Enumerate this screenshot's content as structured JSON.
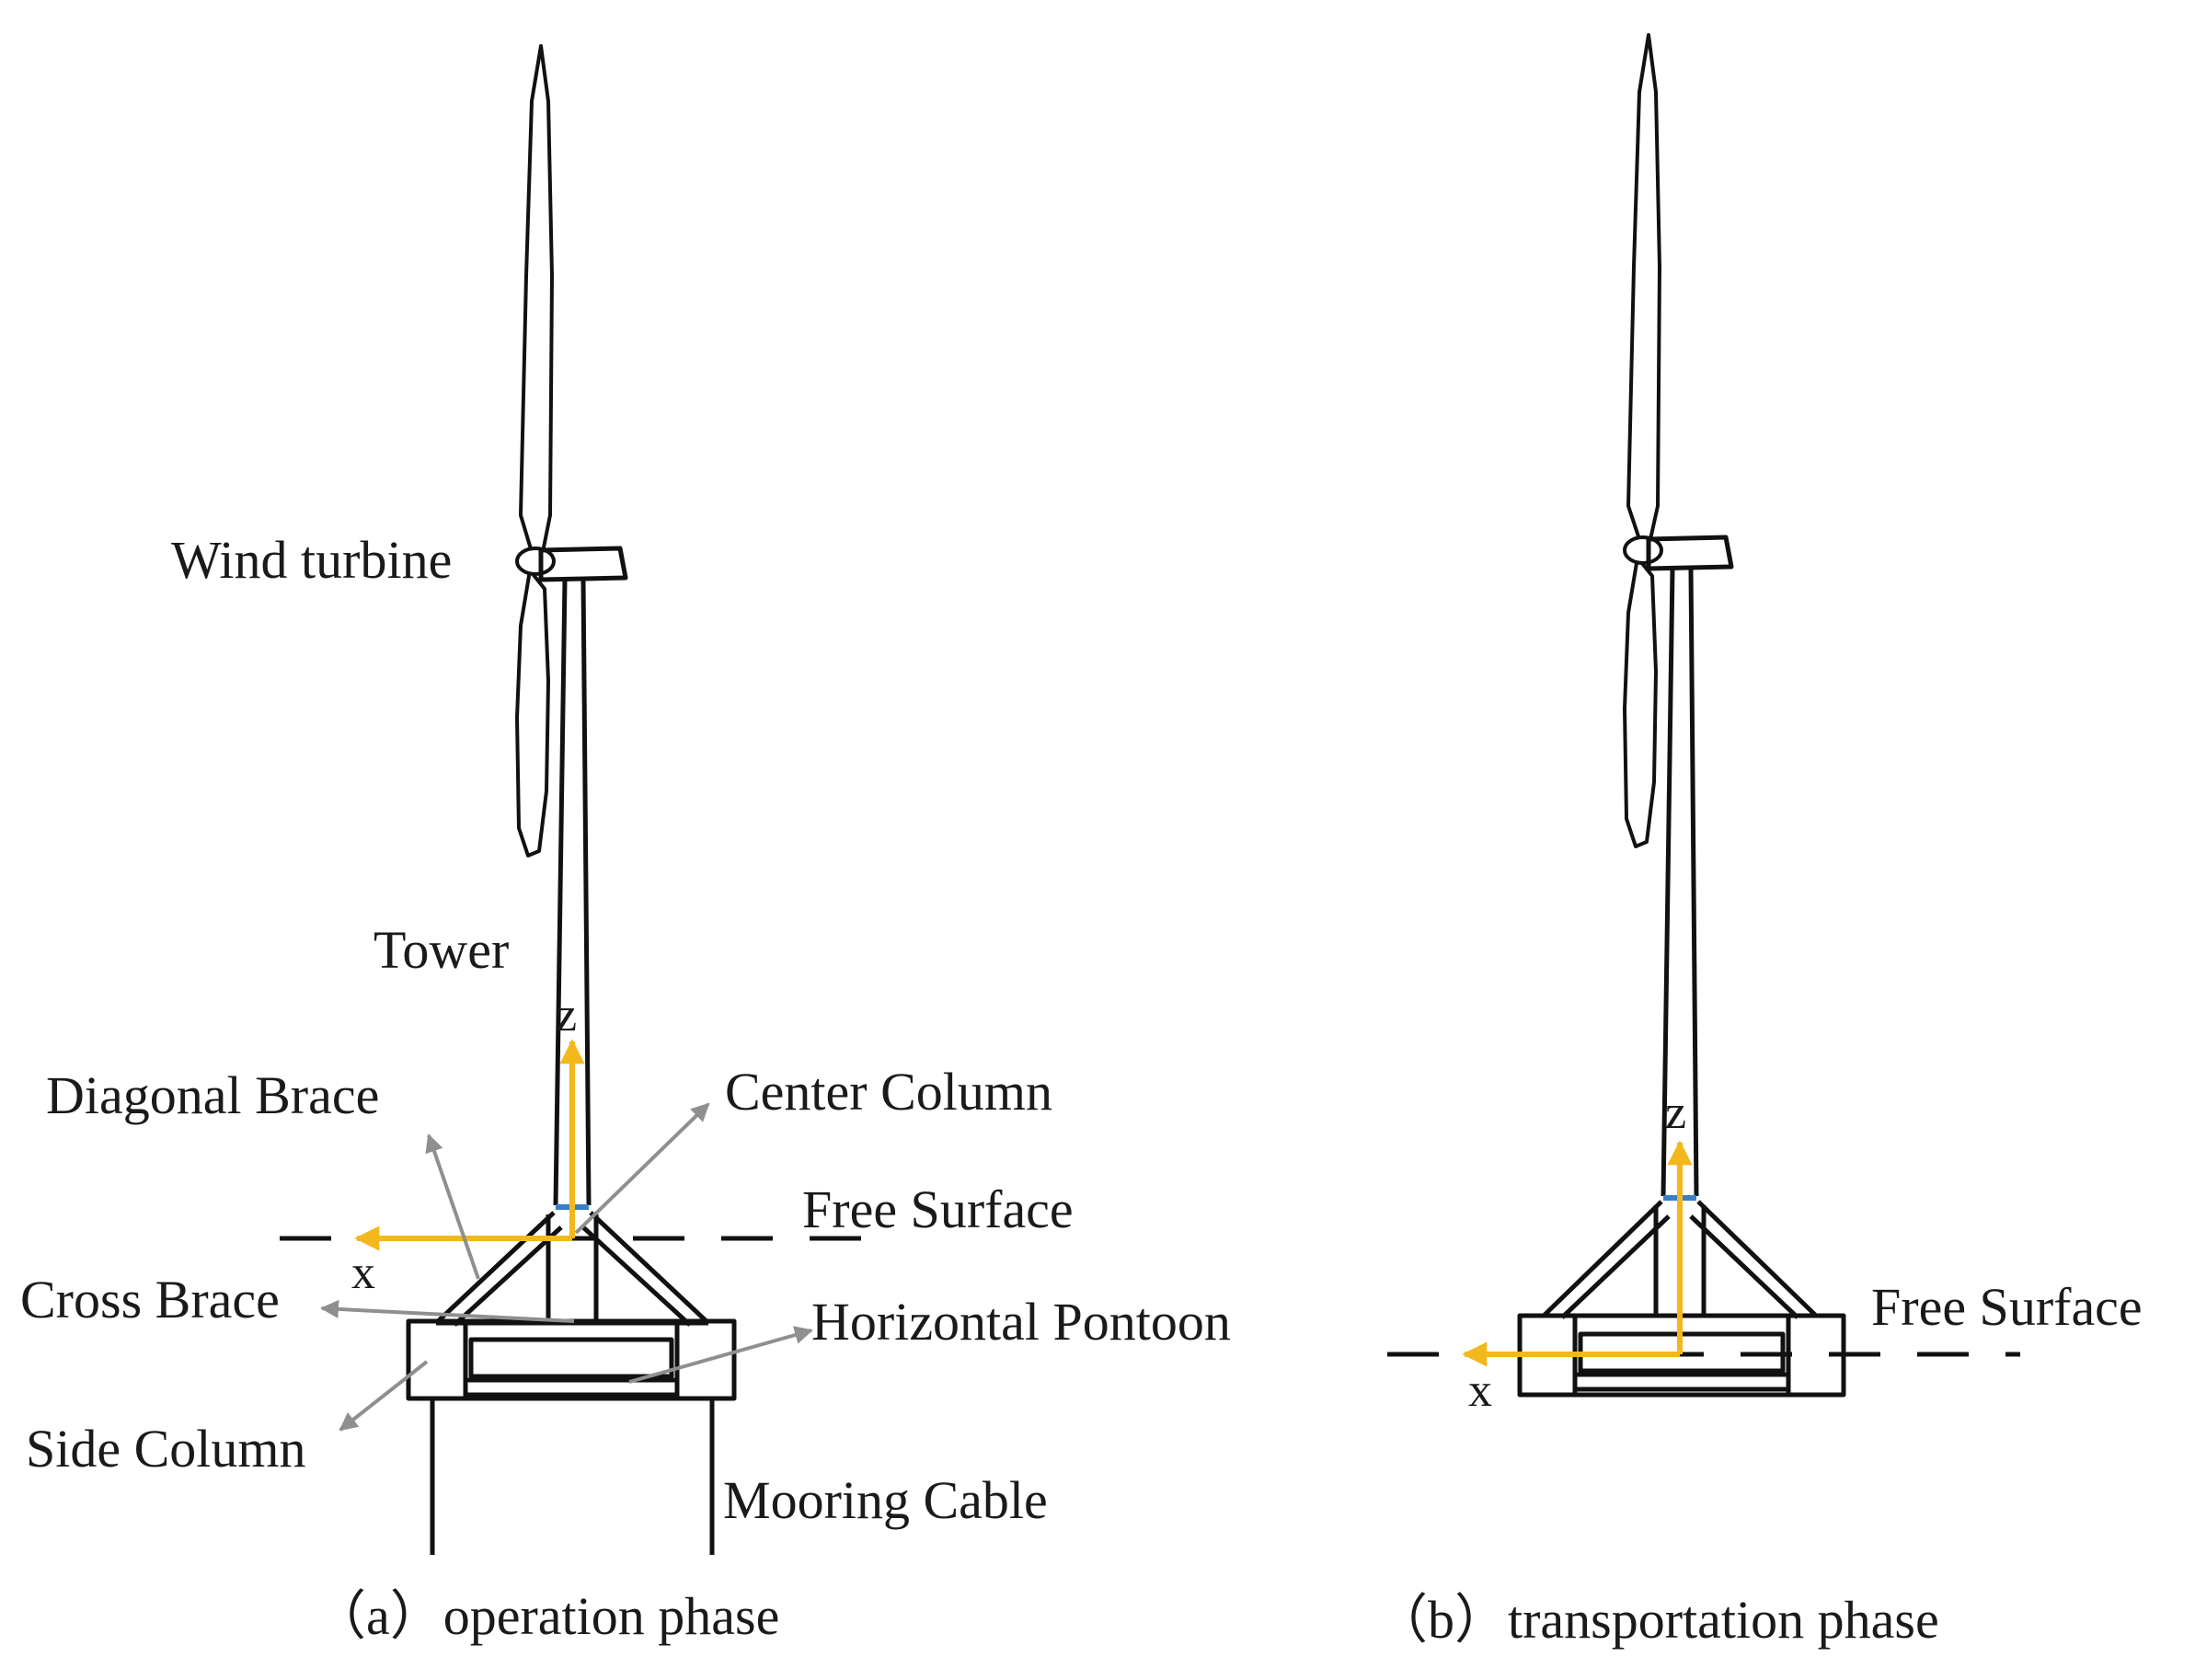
{
  "panel_a": {
    "labels": {
      "wind_turbine": "Wind turbine",
      "tower": "Tower",
      "diagonal_brace": "Diagonal Brace",
      "center_column": "Center Column",
      "free_surface": "Free Surface",
      "cross_brace": "Cross Brace",
      "horizontal_pontoon": "Horizontal Pontoon",
      "side_column": "Side Column",
      "mooring_cable": "Mooring Cable",
      "axis_z": "z",
      "axis_x": "x"
    },
    "caption": "（a）operation phase"
  },
  "panel_b": {
    "labels": {
      "free_surface": "Free Surface",
      "axis_z": "z",
      "axis_x": "x"
    },
    "caption": "（b）transportation phase"
  },
  "colors": {
    "axis": "#f2b81c",
    "pointer": "#8f8f8f",
    "structure": "#111111",
    "waterline": "#3a7fc4"
  }
}
